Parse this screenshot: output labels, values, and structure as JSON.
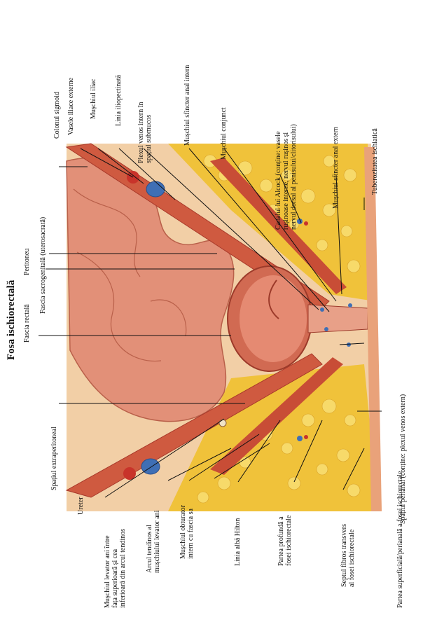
{
  "title": "Fosa ischiorectală",
  "labels": {
    "fascia_rectala": "Fascia rectală",
    "peritoneu": "Peritoneu",
    "fascia_sacrogenitala": "Fascia sacrogenitală (uterosacrată)",
    "colonul_sigmoid": "Colonul sigmoid",
    "vasele_iliace": "Vasele iliace externe",
    "muschiul_iliac": "Mușchiul iliac",
    "linia_iliopectinata": "Linia iliopectinată",
    "plexul_venos_intern": "Plexul venos intern în\nspațiul submucos",
    "sfincter_anal_intern": "Mușchiul sfincter anal intern",
    "muschiul_conjunct": "Mușchiul conjunct",
    "canalul_alcock": "Canalul lui Alcock (conține: vasele\nrușinoase interne, nervul rușinos și\nnervul dorsal al penisului/clitorisului)",
    "sfincter_anal_extern": "Mușchiul sfincter anal extern",
    "tuberozitatea_ischiatica": "Tuberozitatea ischiatică",
    "spatiul_perianal": "Spațiul perianal (conține: plexul venos extern)",
    "spatiul_extraperitoneal": "Spațiul extraperitoneal",
    "ureter": "Ureter",
    "levator_ani_fete": "Mușchiul levator ani între\nfața superioară și cea\ninferioară din arcul tendinos",
    "arcul_tendinos": "Arcul tendinos al\nmușchiului levator ani",
    "obturator_intern": "Mușchiul obturator\nintern cu fascia sa",
    "linia_hilton": "Linia albă Hilton",
    "partea_profunda": "Partea profundă a\nfosei ischiorectale",
    "septul_fibros": "Septul fibros transvers\nal fosei ischiorectale",
    "partea_superficiala": "Partea superficială/perianală a fosei ischiorectale"
  },
  "colors": {
    "fat": "#f0c23a",
    "fat_light": "#f7da6a",
    "muscle": "#cf5a40",
    "muscle_dark": "#a8392a",
    "peritoneum": "#e89a80",
    "vein": "#3f6fb5",
    "artery": "#c8332a",
    "leader": "#111111"
  }
}
